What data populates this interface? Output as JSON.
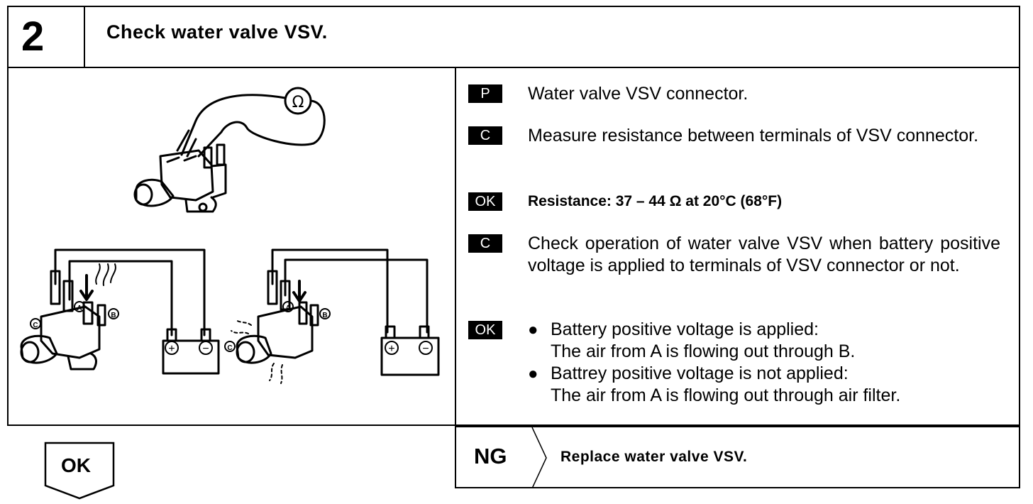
{
  "header": {
    "step_number": "2",
    "title": "Check water valve VSV."
  },
  "steps": [
    {
      "tag": "P",
      "text": "Water valve VSV connector."
    },
    {
      "tag": "C",
      "text": "Measure resistance between terminals of VSV connector."
    },
    {
      "tag": "OK",
      "text": "Resistance:   37 – 44 Ω at 20°C (68°F)"
    },
    {
      "tag": "C",
      "text": "Check operation of water valve VSV when battery positive voltage is applied to terminals of VSV connector or not."
    },
    {
      "tag": "OK",
      "bullets": [
        {
          "head": "Battery positive voltage is applied:",
          "detail": "The air from A is flowing out through B."
        },
        {
          "head": "Battrey positive voltage is not applied:",
          "detail": "The air from A is flowing out through air filter."
        }
      ]
    }
  ],
  "diagram": {
    "ohm_symbol": "Ω",
    "port_labels": [
      "A",
      "B",
      "C"
    ],
    "plus_symbol": "+",
    "minus_symbol": "−"
  },
  "footer": {
    "ok_label": "OK",
    "ng_label": "NG",
    "ng_action": "Replace water valve VSV."
  }
}
